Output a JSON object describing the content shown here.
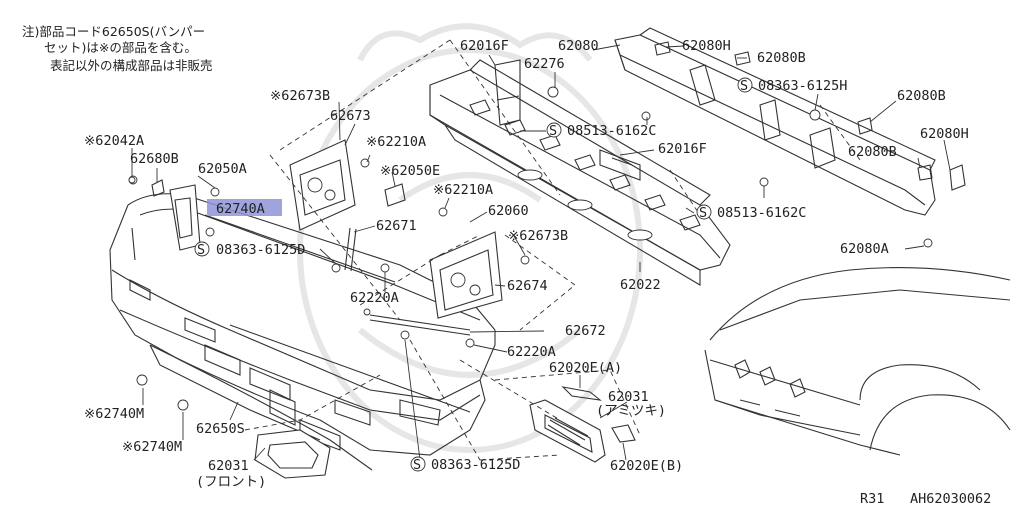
{
  "note": {
    "lines": [
      "注)部品コード62650S(バンパー",
      "セット)は※の部品を含む。",
      "表記以外の構成部品は非販売"
    ]
  },
  "highlighted_part": "62740A",
  "parts": {
    "p62016F_a": "62016F",
    "p62080": "62080",
    "p62080H_a": "62080H",
    "p62080B_a": "62080B",
    "p62276": "62276",
    "p08363_6125H": "08363-6125H",
    "p62080B_b": "62080B",
    "p08513_6162C_a": "08513-6162C",
    "p62016F_b": "62016F",
    "p62080H_b": "62080H",
    "p62080B_c": "62080B",
    "p08513_6162C_b": "08513-6162C",
    "p62080A": "62080A",
    "p62673B_a": "※62673B",
    "p62673": "62673",
    "p62210A_a": "※62210A",
    "p62042A": "※62042A",
    "p62680B": "62680B",
    "p62050A": "62050A",
    "p62740A": "62740A",
    "p62050E": "※62050E",
    "p62210A_b": "※62210A",
    "p62060": "62060",
    "p62671": "62671",
    "p62673B_b": "※62673B",
    "p08363_6125D_a": "08363-6125D",
    "p62220A_a": "62220A",
    "p62674": "62674",
    "p62022": "62022",
    "p62672": "62672",
    "p62220A_b": "62220A",
    "p62020E_A": "62020E(A)",
    "p62031_a": "62031",
    "p62031_a_sub": "(アミツキ)",
    "p62740M_a": "※62740M",
    "p62650S": "62650S",
    "p62740M_b": "※62740M",
    "p62031_b": "62031",
    "p62031_b_sub": "(フロント)",
    "p08363_6125D_b": "08363-6125D",
    "p62020E_B": "62020E(B)"
  },
  "screw_symbol": "S",
  "footer": {
    "model": "R31",
    "diagram_code": "AH62030062"
  }
}
